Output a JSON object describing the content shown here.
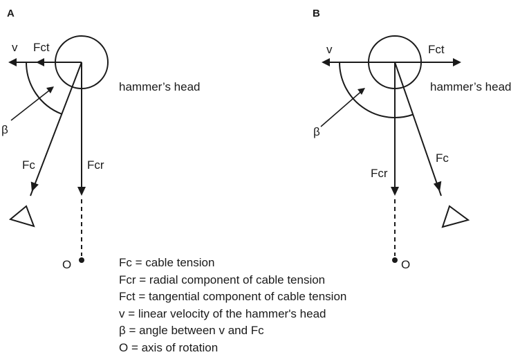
{
  "panel_a": {
    "label": "A",
    "v": "v",
    "fct": "Fct",
    "head": "hammer’s head",
    "beta": "β",
    "fc": "Fc",
    "fcr": "Fcr",
    "o": "O"
  },
  "panel_b": {
    "label": "B",
    "v": "v",
    "fct": "Fct",
    "head": "hammer’s head",
    "beta": "β",
    "fc": "Fc",
    "fcr": "Fcr",
    "o": "O"
  },
  "legend": [
    "Fc = cable tension",
    "Fcr = radial component of cable tension",
    "Fct = tangential component of cable tension",
    "v = linear velocity of the hammer's head",
    "β = angle between v and Fc",
    "O = axis of rotation"
  ]
}
